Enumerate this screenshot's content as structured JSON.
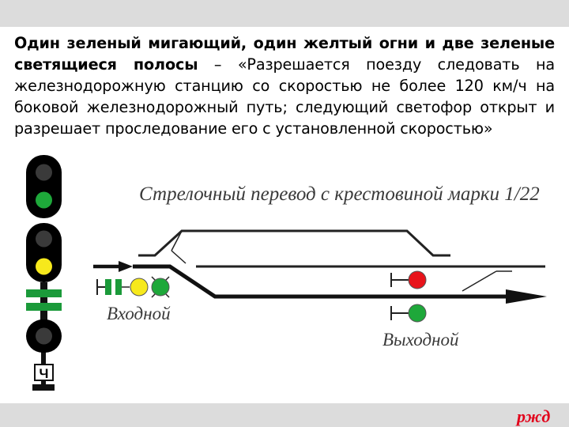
{
  "slide": {
    "title_bold": "Один зеленый мигающий, один желтый огни и две зеленые светящиеся полосы",
    "dash": " – ",
    "quote": "«Разрешается поезду следовать на железнодорожную станцию со скоростью не более 120 км/ч на боковой железнодорожный путь; следующий светофор открыт и разрешает проследование его с установленной скоростью»"
  },
  "diagram": {
    "turnout_label": "Стрелочный перевод с крестовиной марки 1/22",
    "entry_signal_label": "Входной",
    "exit_signal_label": "Выходной",
    "signal_plate": "Ч"
  },
  "logo": {
    "text": "ржд"
  },
  "colors": {
    "green": "#1ea83a",
    "yellow": "#f7e91c",
    "red": "#e8141b",
    "stripe_green": "#1b9a3a",
    "dark_lamp": "#3a3a3a",
    "brand_red": "#e2001a"
  }
}
